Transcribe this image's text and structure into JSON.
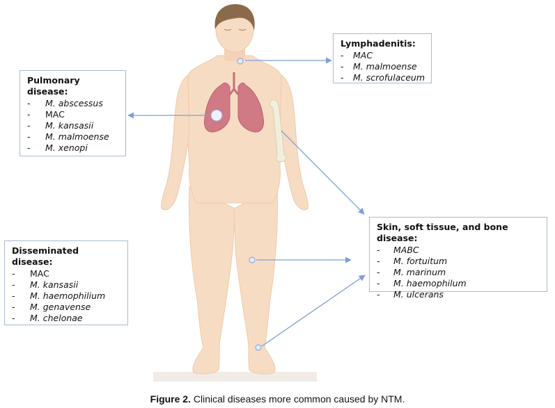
{
  "colors": {
    "skin": "#f7dcc4",
    "skin_shadow": "#efc8a8",
    "hair": "#8a6a4a",
    "lung": "#cf7a84",
    "bone": "#f1eedc",
    "arrow": "#7f9fd9",
    "box_border": "#a9b9d6"
  },
  "boxes": {
    "lymphadenitis": {
      "title": "Lymphadenitis:",
      "items": [
        {
          "dash": "-",
          "text": "MAC",
          "italic": true
        },
        {
          "dash": "-",
          "text": "M. malmoense",
          "italic": true
        },
        {
          "dash": "-",
          "text": "M. scrofulaceum",
          "italic": true
        }
      ]
    },
    "pulmonary": {
      "title": "Pulmonary disease:",
      "items": [
        {
          "dash": "-",
          "text": "M. abscessus",
          "italic": true
        },
        {
          "dash": "-",
          "text": "MAC",
          "italic": false
        },
        {
          "dash": "-",
          "text": "M. kansasii",
          "italic": true
        },
        {
          "dash": "-",
          "text": "M. malmoense",
          "italic": true
        },
        {
          "dash": "-",
          "text": "M. xenopi",
          "italic": true
        }
      ]
    },
    "disseminated": {
      "title": "Disseminated disease:",
      "items": [
        {
          "dash": "-",
          "text": "MAC",
          "italic": false
        },
        {
          "dash": "-",
          "text": "M. kansasii",
          "italic": true
        },
        {
          "dash": "-",
          "text": "M. haemophilium",
          "italic": true
        },
        {
          "dash": "-",
          "text": "M. genavense",
          "italic": true
        },
        {
          "dash": "-",
          "text": "M. chelonae",
          "italic": true
        }
      ]
    },
    "skin": {
      "title": "Skin, soft tissue, and bone disease:",
      "items": [
        {
          "dash": "-",
          "text": "MABC",
          "italic": true
        },
        {
          "dash": "-",
          "text": "M. fortuitum",
          "italic": true
        },
        {
          "dash": "-",
          "text": "M. marinum",
          "italic": true
        },
        {
          "dash": "-",
          "text": "M. haemophilum",
          "italic": true
        },
        {
          "dash": "-",
          "text": "M. ulcerans",
          "italic": true
        }
      ]
    }
  },
  "caption": {
    "label": "Figure 2.",
    "text": " Clinical diseases more common caused by NTM."
  }
}
